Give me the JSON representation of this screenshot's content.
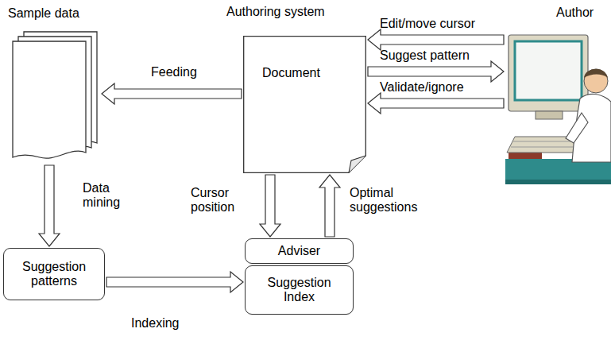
{
  "diagram": {
    "nodes": [
      {
        "text": [
          "Sample data"
        ]
      },
      {
        "text": [
          "Document"
        ]
      },
      {
        "text": [
          "Author"
        ]
      },
      {
        "text": [
          "Suggestion patterns"
        ]
      },
      {
        "text": [
          "Adviser"
        ]
      },
      {
        "text": [
          "Suggestion Index"
        ]
      }
    ],
    "edges": [
      {
        "from": 1,
        "to": 0,
        "arrow": "to",
        "label": "Feeding"
      },
      {
        "from": 0,
        "to": 3,
        "arrow": "to",
        "label": "Data mining"
      },
      {
        "from": 3,
        "to": 5,
        "arrow": "to",
        "label": "Indexing"
      },
      {
        "from": 1,
        "to": 4,
        "arrow": "to",
        "label": "Cursor position"
      },
      {
        "from": 4,
        "to": 1,
        "arrow": "to",
        "label": "Optimal suggestions"
      },
      {
        "from": 2,
        "to": 1,
        "arrow": "to",
        "label": "Edit/move cursor"
      },
      {
        "from": 1,
        "to": 2,
        "arrow": "to",
        "label": "Suggest pattern"
      },
      {
        "from": 2,
        "to": 1,
        "arrow": "to",
        "label": "Validate/ignore"
      }
    ],
    "labels": [
      "Authoring system"
    ]
  }
}
